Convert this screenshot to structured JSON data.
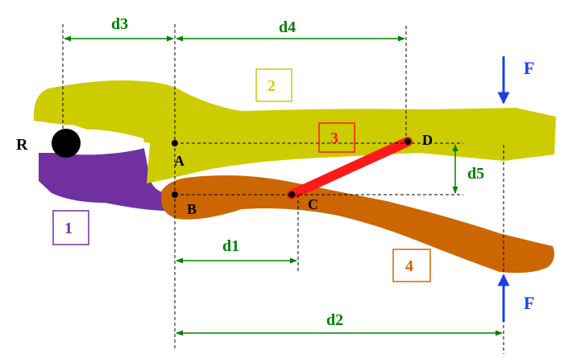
{
  "labels": {
    "d3": "d3",
    "d4": "d4",
    "d5": "d5",
    "d1": "d1",
    "d2": "d2",
    "F_top": "F",
    "F_bottom": "F",
    "R": "R",
    "A": "A",
    "B": "B",
    "C": "C",
    "D": "D"
  },
  "parts": {
    "part1": "1",
    "part2": "2",
    "part3": "3",
    "part4": "4"
  },
  "colors": {
    "part1": "#7030a0",
    "part2": "#cccc00",
    "part3": "#ff1a1a",
    "part4": "#cc6600",
    "dimension": "#008000",
    "force": "#1f3fe6",
    "line": "#000000"
  }
}
